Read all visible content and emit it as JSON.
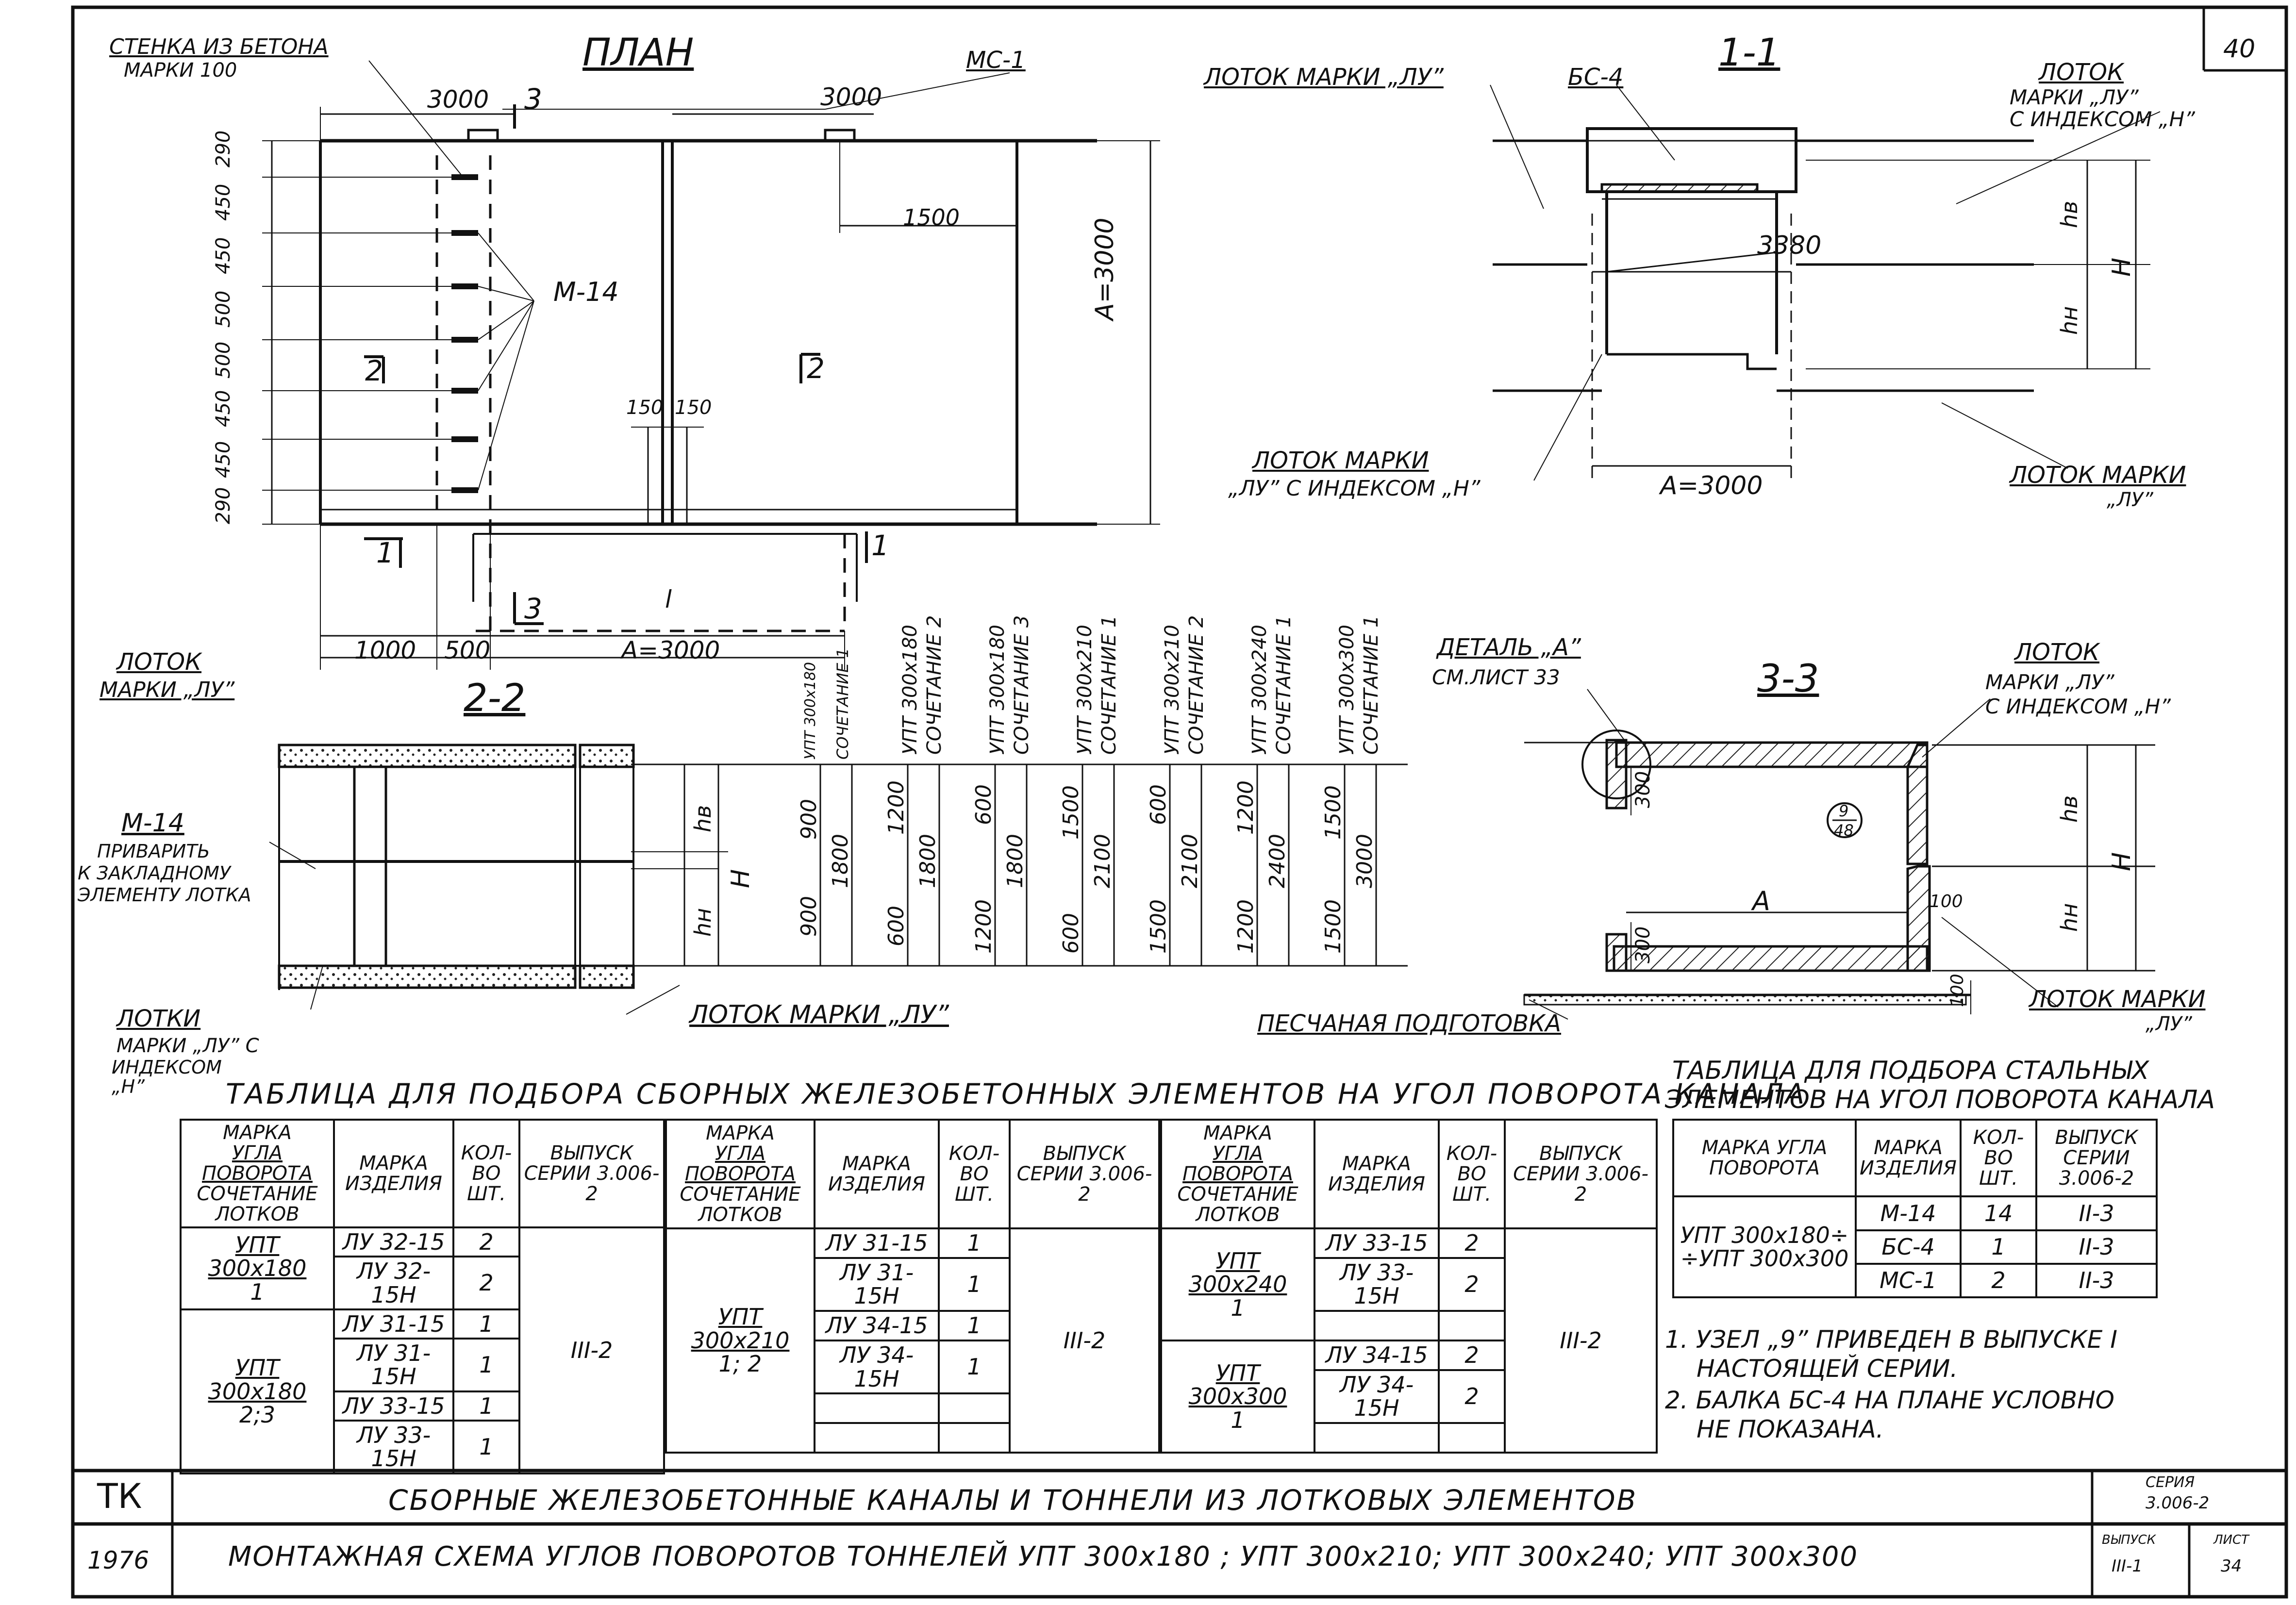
{
  "sheet": {
    "number": "40",
    "title_block": {
      "code": "ТК",
      "year": "1976",
      "title1": "СБОРНЫЕ ЖЕЛЕЗОБЕТОННЫЕ КАНАЛЫ И ТОННЕЛИ ИЗ ЛОТКОВЫХ ЭЛЕМЕНТОВ",
      "title2": "МОНТАЖНАЯ СХЕМА УГЛОВ ПОВОРОТОВ ТОННЕЛЕЙ УПТ 300х180 ; УПТ 300х210; УПТ 300х240; УПТ 300х300",
      "series_label": "СЕРИЯ",
      "series_value": "3.006-2",
      "issue_label": "ВЫПУСК",
      "issue_value": "III-1",
      "list_label": "ЛИСТ",
      "list_value": "34"
    }
  },
  "plan": {
    "title": "ПЛАН",
    "wall_label1": "СТЕНКА ИЗ БЕТОНА",
    "wall_label2": "МАРКИ 100",
    "ms1": "МС-1",
    "m14": "М-14",
    "dim_3000_a": "3000",
    "dim_3000_b": "3000",
    "dim_1500": "1500",
    "dim_150a": "150",
    "dim_150b": "150",
    "dim_a3000_v": "А=3000",
    "dim_1000": "1000",
    "dim_500": "500",
    "dim_a3000_h": "А=3000",
    "left_dims": [
      "290",
      "450",
      "450",
      "500",
      "500",
      "450",
      "450",
      "290"
    ],
    "cut1": "1",
    "cut2": "2",
    "cut3": "3",
    "l": "l"
  },
  "sec11": {
    "title": "1-1",
    "lotok_lu": "ЛОТОК МАРКИ „ЛУ”",
    "bs4": "БС-4",
    "lotok_h1": "ЛОТОК",
    "lotok_h2": "МАРКИ „ЛУ”",
    "lotok_h3": "С ИНДЕКСОМ „Н”",
    "dim_3380": "3380",
    "hv": "hв",
    "hn": "hн",
    "H": "Н",
    "lotok_bl1": "ЛОТОК МАРКИ",
    "lotok_bl2": "„ЛУ” С ИНДЕКСОМ „Н”",
    "dim_a": "А=3000",
    "lotok_br1": "ЛОТОК МАРКИ",
    "lotok_br2": "„ЛУ”"
  },
  "sec22": {
    "title": "2-2",
    "lotok1": "ЛОТОК",
    "lotok2": "МАРКИ „ЛУ”",
    "m14": "М-14",
    "weld1": "ПРИВАРИТЬ",
    "weld2": "К ЗАКЛАДНОМУ",
    "weld3": "ЭЛЕМЕНТУ ЛОТКА",
    "lotki1": "ЛОТКИ",
    "lotki2": "МАРКИ „ЛУ” С",
    "lotki3": "ИНДЕКСОМ",
    "lotki4": "„Н”",
    "lotok_lu": "ЛОТОК МАРКИ „ЛУ”",
    "hv": "hв",
    "hn": "hн",
    "H": "Н"
  },
  "combos": [
    {
      "name": "УПТ 300х180",
      "combo": "СОЧЕТАНИЕ 1",
      "hv": "900",
      "H": "1800",
      "hn": "900"
    },
    {
      "name": "УПТ 300х180",
      "combo": "СОЧЕТАНИЕ 2",
      "hv": "1200",
      "H": "1800",
      "hn": "600"
    },
    {
      "name": "УПТ 300х180",
      "combo": "СОЧЕТАНИЕ 3",
      "hv": "600",
      "H": "1800",
      "hn": "1200"
    },
    {
      "name": "УПТ 300х210",
      "combo": "СОЧЕТАНИЕ 1",
      "hv": "1500",
      "H": "2100",
      "hn": "600"
    },
    {
      "name": "УПТ 300х210",
      "combo": "СОЧЕТАНИЕ 2",
      "hv": "600",
      "H": "2100",
      "hn": "1500"
    },
    {
      "name": "УПТ 300х240",
      "combo": "СОЧЕТАНИЕ 1",
      "hv": "1200",
      "H": "2400",
      "hn": "1200"
    },
    {
      "name": "УПТ 300х300",
      "combo": "СОЧЕТАНИЕ 1",
      "hv": "1500",
      "H": "3000",
      "hn": "1500"
    }
  ],
  "sec33": {
    "title": "3-3",
    "detail1": "ДЕТАЛЬ „А”",
    "detail2": "СМ.ЛИСТ 33",
    "lotok1": "ЛОТОК",
    "lotok2": "МАРКИ „ЛУ”",
    "lotok3": "С ИНДЕКСОМ „Н”",
    "d300a": "300",
    "d300b": "300",
    "d100a": "100",
    "d100b": "100",
    "A": "А",
    "node_top": "9",
    "node_bot": "48",
    "hv": "hв",
    "hn": "hн",
    "H": "Н",
    "sand": "ПЕСЧАНАЯ ПОДГОТОВКА",
    "lotok_br1": "ЛОТОК МАРКИ",
    "lotok_br2": "„ЛУ”"
  },
  "table1": {
    "title": "ТАБЛИЦА ДЛЯ ПОДБОРА СБОРНЫХ ЖЕЛЕЗОБЕТОННЫХ ЭЛЕМЕНТОВ НА УГОЛ ПОВОРОТА КАНАЛА",
    "h_mark1": "МАРКА",
    "h_mark2": "УГЛА ПОВОРОТА",
    "h_mark3": "СОЧЕТАНИЕ",
    "h_mark4": "ЛОТКОВ",
    "h_item": "МАРКА ИЗДЕЛИЯ",
    "h_qty": "КОЛ-ВО ШТ.",
    "h_issue": "ВЫПУСК СЕРИИ 3.006-2",
    "g1": [
      {
        "angle": "УПТ 300х180",
        "comb": "1",
        "rows": [
          [
            "ЛУ 32-15",
            "2"
          ],
          [
            "ЛУ 32-15Н",
            "2"
          ]
        ]
      },
      {
        "angle": "УПТ 300х180",
        "comb": "2;3",
        "rows": [
          [
            "ЛУ 31-15",
            "1"
          ],
          [
            "ЛУ 31-15Н",
            "1"
          ],
          [
            "ЛУ 33-15",
            "1"
          ],
          [
            "ЛУ 33-15Н",
            "1"
          ]
        ]
      }
    ],
    "g1_issue": "III-2",
    "g2": {
      "angle": "УПТ 300х210",
      "comb": "1; 2",
      "rows": [
        [
          "ЛУ 31-15",
          "1"
        ],
        [
          "ЛУ 31-15Н",
          "1"
        ],
        [
          "ЛУ 34-15",
          "1"
        ],
        [
          "ЛУ 34-15Н",
          "1"
        ],
        [
          "",
          ""
        ],
        [
          "",
          ""
        ]
      ]
    },
    "g2_issue": "III-2",
    "g3": [
      {
        "angle": "УПТ 300х240",
        "comb": "1",
        "rows": [
          [
            "ЛУ 33-15",
            "2"
          ],
          [
            "ЛУ 33-15Н",
            "2"
          ],
          [
            "",
            ""
          ]
        ]
      },
      {
        "angle": "УПТ 300х300",
        "comb": "1",
        "rows": [
          [
            "ЛУ 34-15",
            "2"
          ],
          [
            "ЛУ 34-15Н",
            "2"
          ],
          [
            "",
            ""
          ]
        ]
      }
    ],
    "g3_issue": "III-2"
  },
  "table2": {
    "title1": "ТАБЛИЦА ДЛЯ ПОДБОРА СТАЛЬНЫХ",
    "title2": "ЭЛЕМЕНТОВ НА УГОЛ ПОВОРОТА КАНАЛА",
    "h_mark": "МАРКА УГЛА ПОВОРОТА",
    "h_item": "МАРКА ИЗДЕЛИЯ",
    "h_qty": "КОЛ-ВО ШТ.",
    "h_issue": "ВЫПУСК СЕРИИ 3.006-2",
    "angle1": "УПТ 300х180÷",
    "angle2": "÷УПТ 300х300",
    "rows": [
      [
        "М-14",
        "14",
        "II-3"
      ],
      [
        "БС-4",
        "1",
        "II-3"
      ],
      [
        "МС-1",
        "2",
        "II-3"
      ]
    ]
  },
  "notes": {
    "n1a": "1. УЗЕЛ „9” ПРИВЕДЕН В ВЫПУСКЕ I",
    "n1b": "НАСТОЯЩЕЙ СЕРИИ.",
    "n2a": "2. БАЛКА БС-4 НА ПЛАНЕ УСЛОВНО",
    "n2b": "НЕ ПОКАЗАНА."
  }
}
